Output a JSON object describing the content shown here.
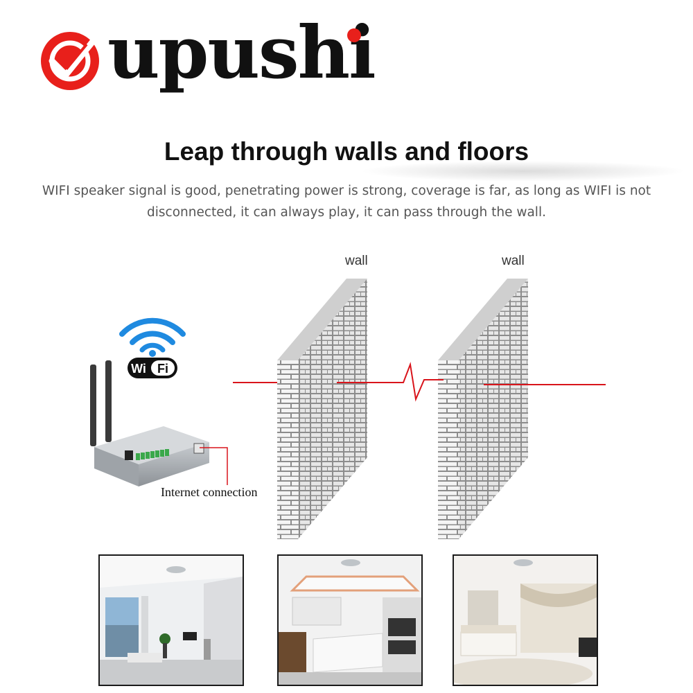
{
  "logo": {
    "text": "upushi",
    "brand_color": "#e8201b"
  },
  "headline": "Leap through walls and floors",
  "description": "WIFI speaker signal is good, penetrating power is strong, coverage is far, as long as WIFI is not disconnected, it can always play, it can pass through the wall.",
  "diagram": {
    "wall_labels": [
      "wall",
      "wall"
    ],
    "wifi_badge": "WiFi",
    "connection_label": "Internet connection",
    "signal_color": "#d9141b",
    "wifi_color": "#1f8ae0"
  },
  "photos": [
    "living-room",
    "kitchen",
    "bedroom"
  ]
}
